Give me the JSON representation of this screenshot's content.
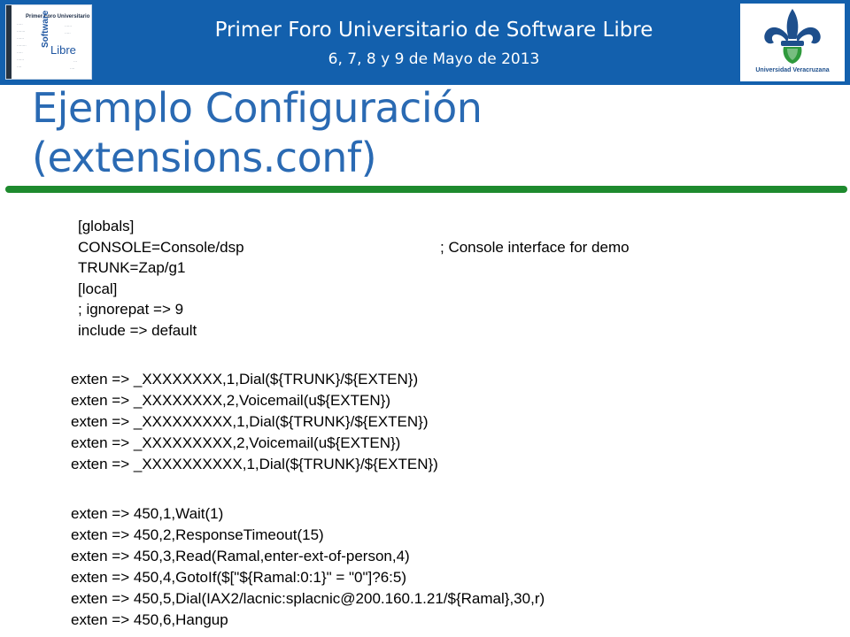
{
  "header": {
    "title": "Primer Foro  Universitario de Software Libre",
    "date": "6, 7, 8 y 9 de Mayo de 2013",
    "left_logo": {
      "title": "Primer Foro Universitario",
      "word_software": "Software",
      "word_libre": "Libre"
    },
    "right_logo": {
      "name": "Universidad Veracruzana"
    },
    "banner_color": "#1360ad"
  },
  "slide": {
    "title_line1": "Ejemplo Configuración",
    "title_line2": "(extensions.conf)",
    "title_color": "#2a6ab3",
    "rule_color": "#1e8a2e"
  },
  "code": {
    "globals": {
      "line1": "[globals]",
      "line2": "CONSOLE=Console/dsp",
      "line2_comment": "; Console interface for demo",
      "line3": "TRUNK=Zap/g1",
      "line4": "[local]",
      "line5": "; ignorepat => 9",
      "line6": "include => default"
    },
    "macros": [
      "exten => _XXXXXXXX,1,Dial(${TRUNK}/${EXTEN})",
      "exten => _XXXXXXXX,2,Voicemail(u${EXTEN})",
      "exten => _XXXXXXXXX,1,Dial(${TRUNK}/${EXTEN})",
      "exten => _XXXXXXXXX,2,Voicemail(u${EXTEN})",
      "exten => _XXXXXXXXXX,1,Dial(${TRUNK}/${EXTEN})"
    ],
    "extensions": [
      "exten => 450,1,Wait(1)",
      "exten => 450,2,ResponseTimeout(15)",
      "exten => 450,3,Read(Ramal,enter-ext-of-person,4)",
      "exten => 450,4,GotoIf($[\"${Ramal:0:1}\" = \"0\"]?6:5)",
      "exten => 450,5,Dial(IAX2/lacnic:splacnic@200.160.1.21/${Ramal},30,r)",
      "exten => 450,6,Hangup"
    ]
  }
}
